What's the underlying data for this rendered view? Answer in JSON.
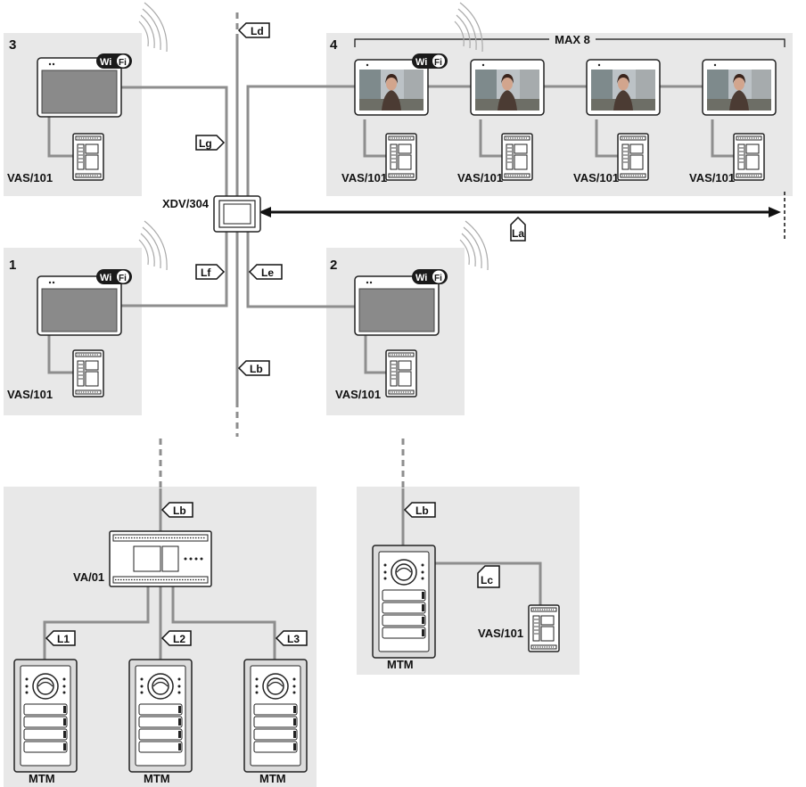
{
  "colors": {
    "panel": "#e8e8e8",
    "wire": "#8e8e8e",
    "screen_gray": "#8a8a8a",
    "wifi_badge": "#1a1a1a"
  },
  "zones": {
    "zone1": "1",
    "zone2": "2",
    "zone3": "3",
    "zone4": "4"
  },
  "wifi": {
    "wi": "Wi",
    "fi": "Fi"
  },
  "devices": {
    "indoor_unit": "VAS/101",
    "distributor": "XDV/304",
    "power_supply": "VA/01",
    "entry_panel": "MTM"
  },
  "max_label": "MAX 8",
  "cables": {
    "La": "La",
    "Lb": "Lb",
    "Lc": "Lc",
    "Ld": "Ld",
    "Le": "Le",
    "Lf": "Lf",
    "Lg": "Lg",
    "L1": "L1",
    "L2": "L2",
    "L3": "L3"
  }
}
